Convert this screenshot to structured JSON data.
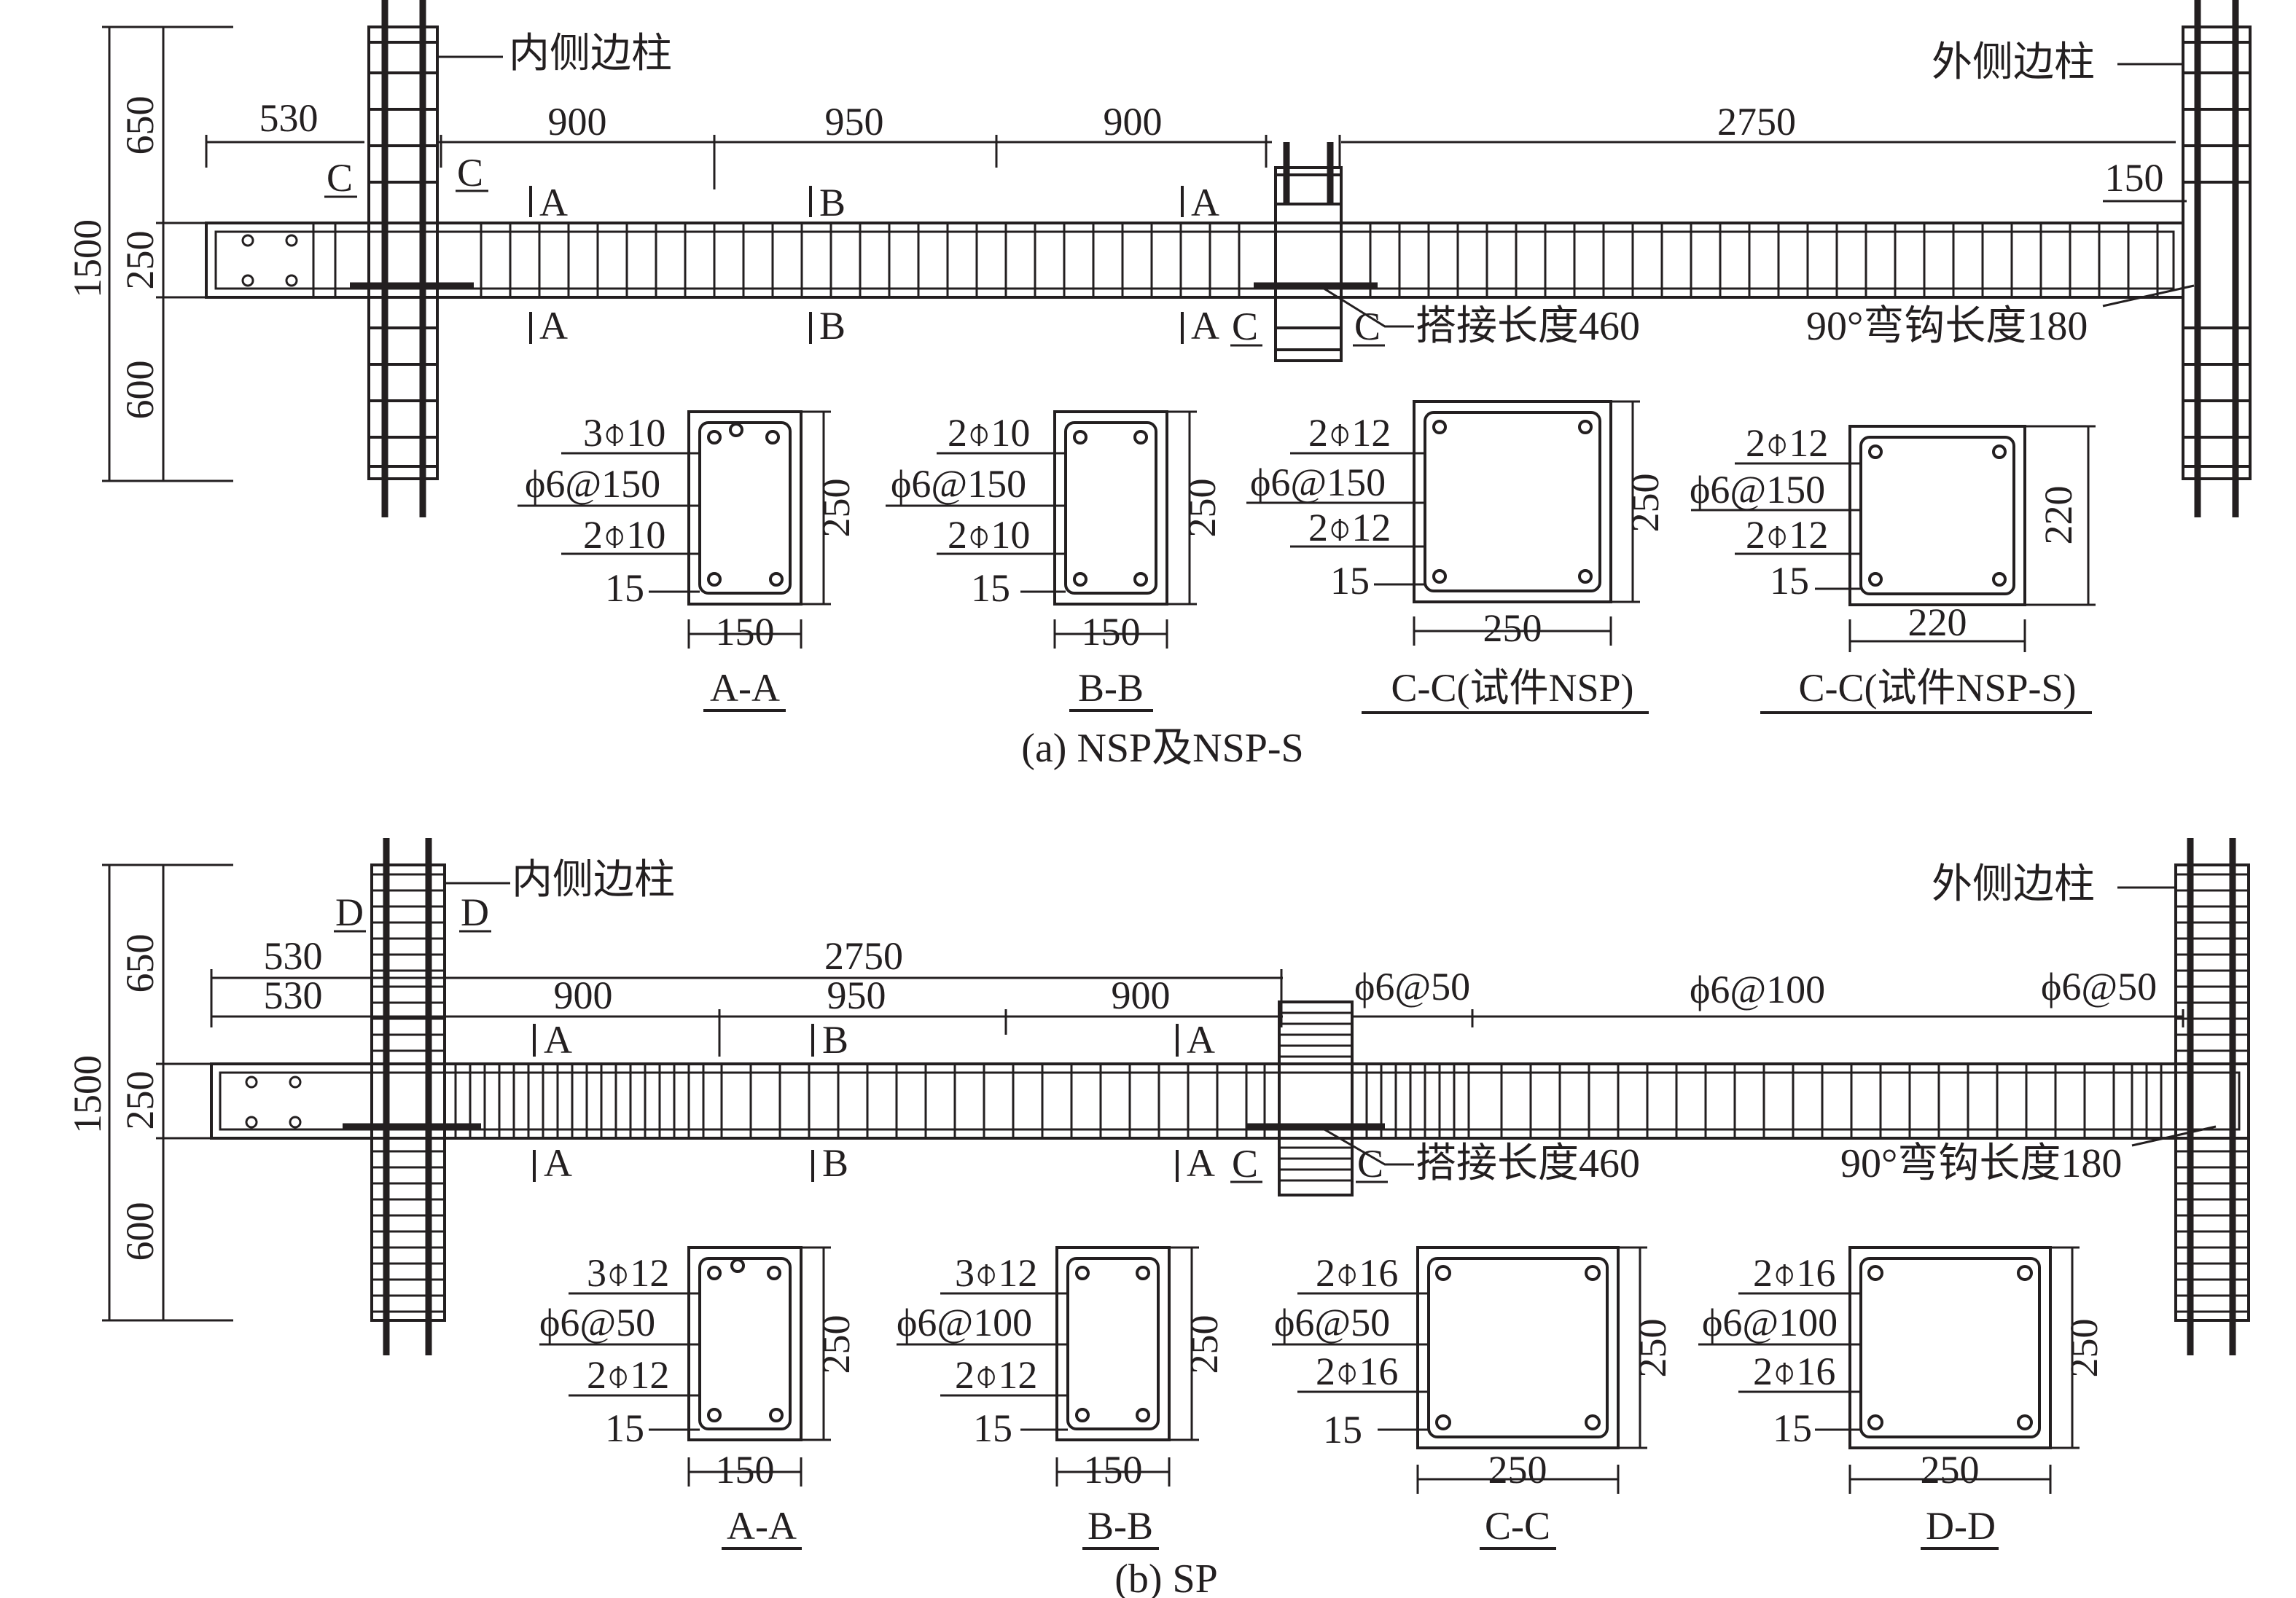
{
  "panel_a": {
    "dims": {
      "d1500": "1500",
      "d650": "650",
      "d250": "250",
      "d600": "600",
      "d530": "530",
      "d900a": "900",
      "d950": "950",
      "d900b": "900",
      "d2750": "2750",
      "d150": "150"
    },
    "labels": {
      "inner_column": "内侧边柱",
      "outer_column": "外侧边柱",
      "lap": "搭接长度460",
      "hook": "90°弯钩长度180"
    },
    "cut_marks": {
      "A": "A",
      "B": "B",
      "C": "C"
    },
    "sections": [
      {
        "top": "3⌽10",
        "stirrup": "ϕ6@150",
        "bottom": "2⌽10",
        "cover": "15",
        "width": "150",
        "height": "250",
        "title": "A-A"
      },
      {
        "top": "2⌽10",
        "stirrup": "ϕ6@150",
        "bottom": "2⌽10",
        "cover": "15",
        "width": "150",
        "height": "250",
        "title": "B-B"
      },
      {
        "top": "2⌽12",
        "stirrup": "ϕ6@150",
        "bottom": "2⌽12",
        "cover": "15",
        "width": "250",
        "height": "250",
        "title": "C-C(试件NSP)"
      },
      {
        "top": "2⌽12",
        "stirrup": "ϕ6@150",
        "bottom": "2⌽12",
        "cover": "15",
        "width": "220",
        "height": "220",
        "title": "C-C(试件NSP-S)"
      }
    ],
    "caption": "(a) NSP及NSP-S"
  },
  "panel_b": {
    "dims": {
      "d1500": "1500",
      "d650": "650",
      "d250": "250",
      "d600": "600",
      "d530top": "530",
      "d2750": "2750",
      "d530": "530",
      "d900a": "900",
      "d950": "950",
      "d900b": "900"
    },
    "stirrup_zones": {
      "left": "ϕ6@50",
      "mid": "ϕ6@100",
      "right": "ϕ6@50"
    },
    "labels": {
      "inner_column": "内侧边柱",
      "outer_column": "外侧边柱",
      "lap": "搭接长度460",
      "hook": "90°弯钩长度180"
    },
    "cut_marks": {
      "A": "A",
      "B": "B",
      "C": "C",
      "D": "D"
    },
    "sections": [
      {
        "top": "3⌽12",
        "stirrup": "ϕ6@50",
        "bottom": "2⌽12",
        "cover": "15",
        "width": "150",
        "height": "250",
        "title": "A-A"
      },
      {
        "top": "3⌽12",
        "stirrup": "ϕ6@100",
        "bottom": "2⌽12",
        "cover": "15",
        "width": "150",
        "height": "250",
        "title": "B-B"
      },
      {
        "top": "2⌽16",
        "stirrup": "ϕ6@50",
        "bottom": "2⌽16",
        "cover": "15",
        "width": "250",
        "height": "250",
        "title": "C-C"
      },
      {
        "top": "2⌽16",
        "stirrup": "ϕ6@100",
        "bottom": "2⌽16",
        "cover": "15",
        "width": "250",
        "height": "250",
        "title": "D-D"
      }
    ],
    "caption": "(b) SP"
  }
}
